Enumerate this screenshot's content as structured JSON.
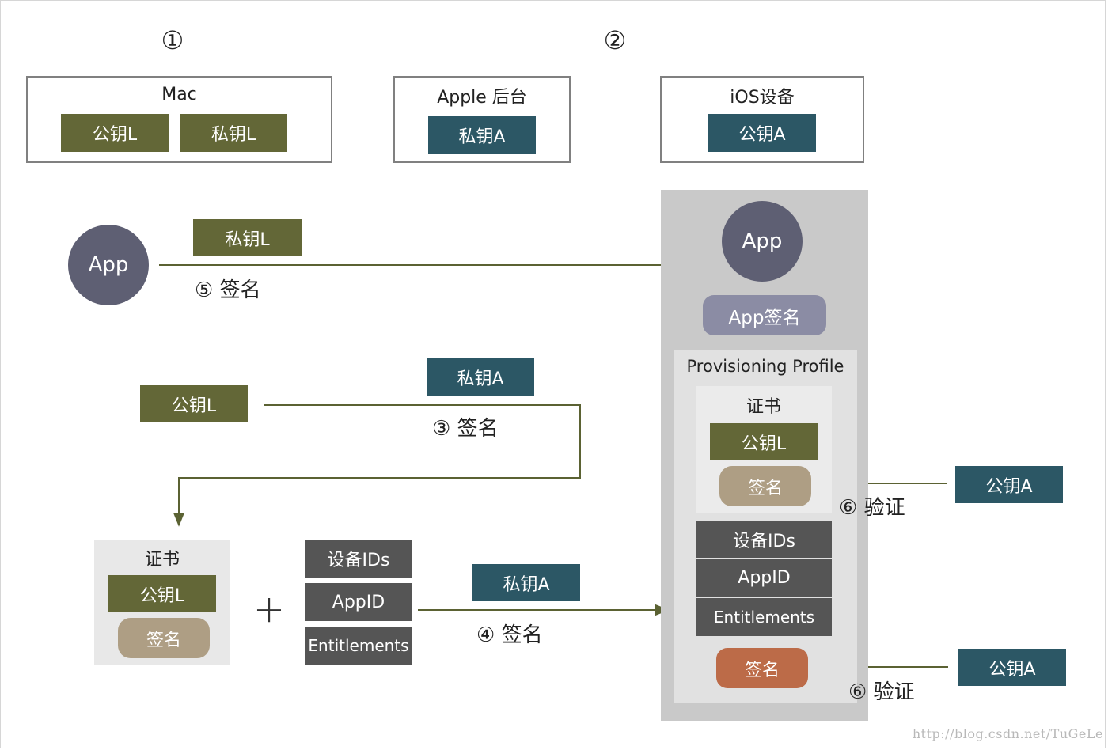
{
  "step_markers": {
    "one": "①",
    "two": "②"
  },
  "mac": {
    "title": "Mac",
    "public_key": "公钥L",
    "private_key": "私钥L"
  },
  "apple": {
    "title": "Apple 后台",
    "private_key": "私钥A"
  },
  "ios": {
    "title": "iOS设备",
    "public_key": "公钥A"
  },
  "step5": {
    "app_label": "App",
    "key_label": "私钥L",
    "step_text": "⑤ 签名"
  },
  "step3": {
    "public_key": "公钥L",
    "key_label": "私钥A",
    "step_text": "③ 签名"
  },
  "certificate": {
    "title": "证书",
    "public_key": "公钥L",
    "signature": "签名"
  },
  "plus_sign": "+",
  "bundle": {
    "items": [
      "设备IDs",
      "AppID",
      "Entitlements"
    ]
  },
  "step4": {
    "key_label": "私钥A",
    "step_text": "④ 签名"
  },
  "device_panel": {
    "app_label": "App",
    "app_signature": "App签名",
    "profile_title": "Provisioning Profile",
    "certificate_title": "证书",
    "certificate_public_key": "公钥L",
    "certificate_signature": "签名",
    "items": [
      "设备IDs",
      "AppID",
      "Entitlements"
    ],
    "profile_signature": "签名"
  },
  "verify_certificate": {
    "key_label": "公钥A",
    "step_text": "⑥ 验证"
  },
  "verify_profile": {
    "key_label": "公钥A",
    "step_text": "⑥ 验证"
  },
  "watermark": "http://blog.csdn.net/TuGeLe",
  "colors": {
    "olive": "#636737",
    "teal": "#2c5765",
    "grey": "#555555",
    "tan": "#ae9e84",
    "rust": "#bc6b48",
    "lilac": "#8b8ca4",
    "app_circle": "#5e5f73",
    "arrow": "#5b6233"
  }
}
